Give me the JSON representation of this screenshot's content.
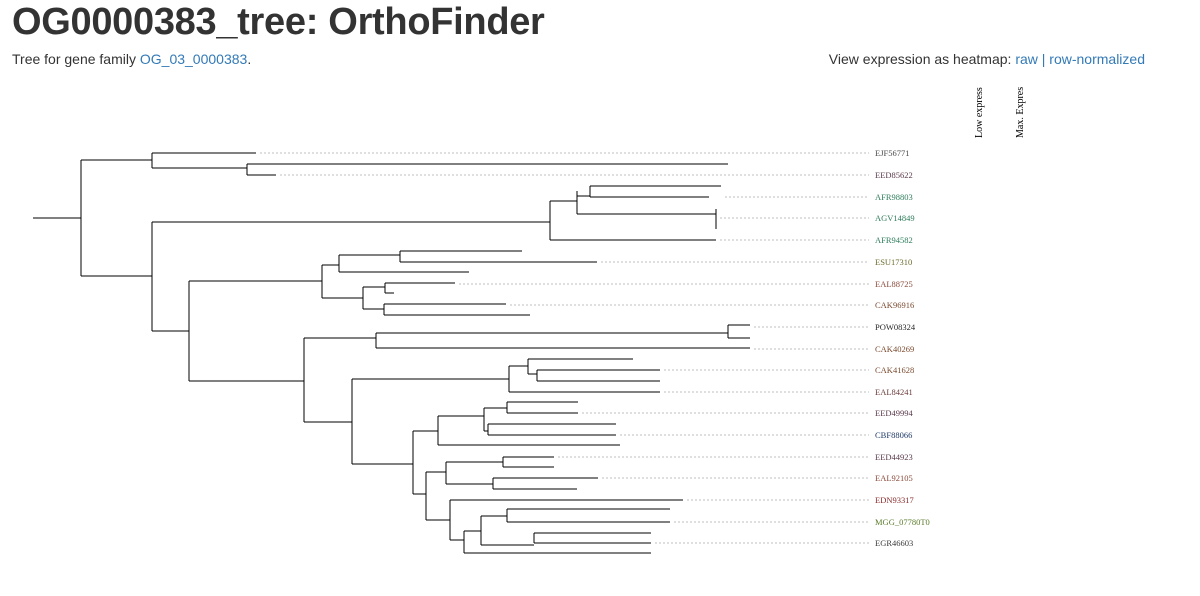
{
  "page": {
    "title": "OG0000383_tree: OrthoFinder"
  },
  "family": {
    "prefix": "Tree for gene family ",
    "link_label": "OG_03_0000383",
    "suffix": "."
  },
  "heatmap": {
    "prefix": "View expression as heatmap: ",
    "raw_label": "raw",
    "separator": "|",
    "normalized_label": "row-normalized"
  },
  "columns": [
    "Low express",
    "Max. Expres"
  ],
  "leaves": [
    {
      "label": "EJF56771",
      "color": "#4a4a4a"
    },
    {
      "label": "EED85622",
      "color": "#5a3a4a"
    },
    {
      "label": "AFR98803",
      "color": "#2e7d5b"
    },
    {
      "label": "AGV14849",
      "color": "#2e7d5b"
    },
    {
      "label": "AFR94582",
      "color": "#2e7d5b"
    },
    {
      "label": "ESU17310",
      "color": "#6b6b2e"
    },
    {
      "label": "EAL88725",
      "color": "#8a4a3a"
    },
    {
      "label": "CAK96916",
      "color": "#7a4a2e"
    },
    {
      "label": "POW08324",
      "color": "#2a2a2a"
    },
    {
      "label": "CAK40269",
      "color": "#7a4a2e"
    },
    {
      "label": "CAK41628",
      "color": "#7a4a2e"
    },
    {
      "label": "EAL84241",
      "color": "#6a3a3a"
    },
    {
      "label": "EED49994",
      "color": "#5a3a4a"
    },
    {
      "label": "CBF88066",
      "color": "#1f3a6a"
    },
    {
      "label": "EED44923",
      "color": "#5a3a4a"
    },
    {
      "label": "EAL92105",
      "color": "#8a4a3a"
    },
    {
      "label": "EDN93317",
      "color": "#8a2a2a"
    },
    {
      "label": "MGG_07780T0",
      "color": "#5a7a2a"
    },
    {
      "label": "EGR46603",
      "color": "#3a3a3a"
    }
  ]
}
